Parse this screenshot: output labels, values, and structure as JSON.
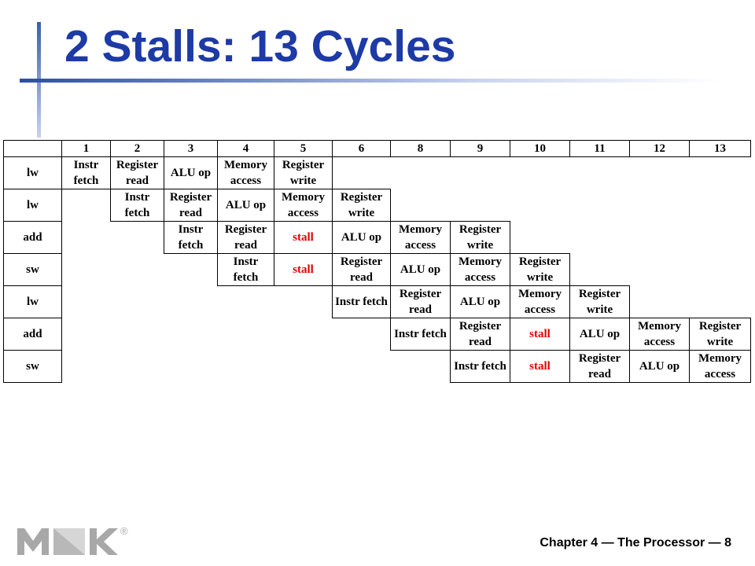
{
  "slide": {
    "title": "2 Stalls: 13 Cycles",
    "footer": "Chapter 4 — The Processor — 8"
  },
  "colors": {
    "title": "#1d3aa6",
    "stall_text": "#e00000",
    "logo": "#a8a8a8"
  },
  "logo": {
    "name": "MK",
    "registered_mark": "®",
    "icon": "mk-logo-icon"
  },
  "pipeline_table": {
    "header": [
      "",
      "1",
      "2",
      "3",
      "4",
      "5",
      "6",
      "8",
      "9",
      "10",
      "11",
      "12",
      "13"
    ],
    "rows": [
      {
        "instr": "lw",
        "cells": [
          [
            "Instr",
            "fetch"
          ],
          [
            "Register",
            "read"
          ],
          "ALU op",
          [
            "Memory",
            "access"
          ],
          [
            "Register",
            "write"
          ],
          "",
          "",
          "",
          "",
          "",
          "",
          ""
        ]
      },
      {
        "instr": "lw",
        "cells": [
          "",
          [
            "Instr",
            "fetch"
          ],
          [
            "Register",
            "read"
          ],
          "ALU op",
          [
            "Memory",
            "access"
          ],
          [
            "Register",
            "write"
          ],
          "",
          "",
          "",
          "",
          "",
          ""
        ]
      },
      {
        "instr": "add",
        "cells": [
          "",
          "",
          [
            "Instr",
            "fetch"
          ],
          [
            "Register",
            "read"
          ],
          "stall",
          "ALU op",
          [
            "Memory",
            "access"
          ],
          [
            "Register",
            "write"
          ],
          "",
          "",
          "",
          ""
        ]
      },
      {
        "instr": "sw",
        "cells": [
          "",
          "",
          "",
          [
            "Instr",
            "fetch"
          ],
          "stall",
          [
            "Register",
            "read"
          ],
          "ALU op",
          [
            "Memory",
            "access"
          ],
          [
            "Register",
            "write"
          ],
          "",
          "",
          ""
        ]
      },
      {
        "instr": "lw",
        "cells": [
          "",
          "",
          "",
          "",
          "",
          "Instr fetch",
          [
            "Register",
            "read"
          ],
          "ALU op",
          [
            "Memory",
            "access"
          ],
          [
            "Register",
            "write"
          ],
          "",
          ""
        ]
      },
      {
        "instr": "add",
        "cells": [
          "",
          "",
          "",
          "",
          "",
          "",
          "Instr fetch",
          [
            "Register",
            "read"
          ],
          "stall",
          "ALU op",
          [
            "Memory",
            "access"
          ],
          [
            "Register",
            "write"
          ]
        ]
      },
      {
        "instr": "sw",
        "cells": [
          "",
          "",
          "",
          "",
          "",
          "",
          "",
          "Instr fetch",
          "stall",
          [
            "Register",
            "read"
          ],
          "ALU op",
          [
            "Memory",
            "access"
          ]
        ]
      }
    ]
  }
}
